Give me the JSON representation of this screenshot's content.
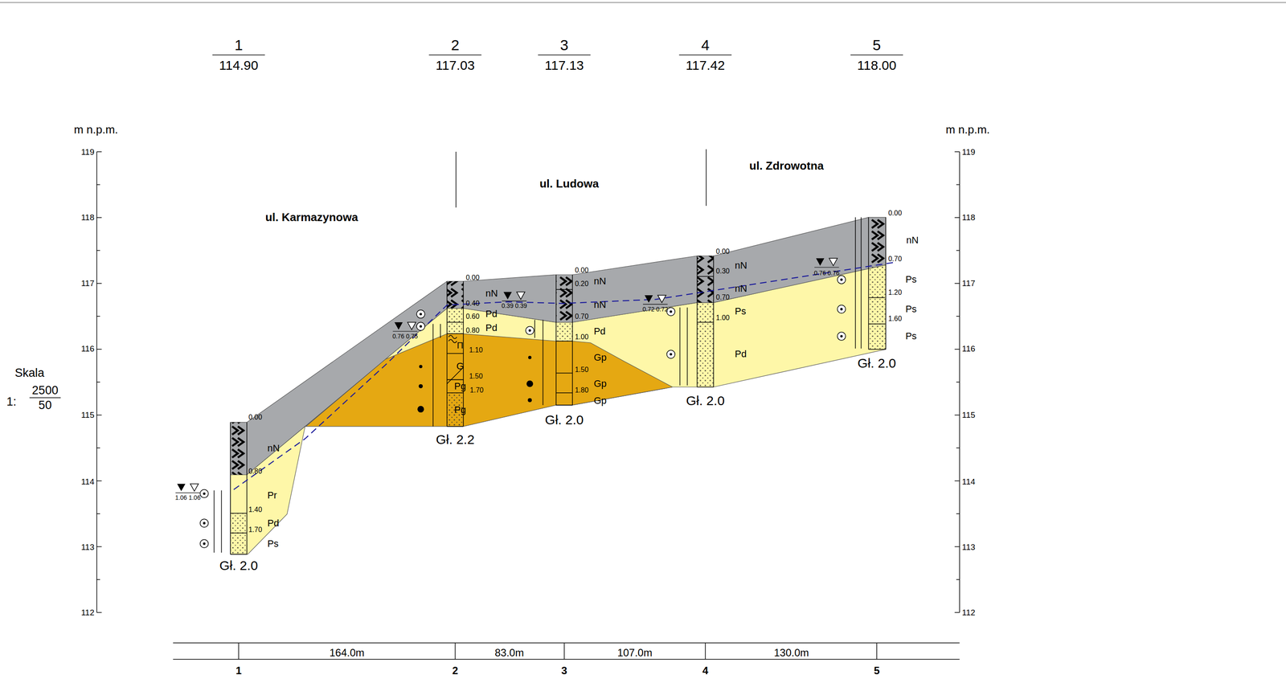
{
  "diagram": {
    "labels": [
      "1",
      "114.90",
      "2",
      "117.03",
      "3",
      "117.13",
      "4",
      "117.42",
      "5",
      "118.00",
      "m n.p.m.",
      "m n.p.m.",
      "119",
      "118",
      "117",
      "116",
      "115",
      "114",
      "113",
      "112",
      "119",
      "118",
      "117",
      "116",
      "115",
      "114",
      "113",
      "112",
      "ul. Karmazynowa",
      "ul. Ludowa",
      "ul. Zdrowotna",
      "Skala",
      "1:",
      "2500",
      "50",
      "164.0m",
      "83.0m",
      "107.0m",
      "130.0m",
      "1",
      "2",
      "3",
      "4",
      "5",
      "0.00",
      "nN",
      "0.80",
      "Pr",
      "1.40",
      "Pd",
      "1.70",
      "Ps",
      "Gł. 2.0",
      "1.06",
      "1.06",
      "0.76",
      "0.75",
      "0.00",
      "nN",
      "0.40",
      "0.60",
      "Pd",
      "0.80",
      "Pd",
      "Π",
      "1.10",
      "G",
      "1.50",
      "Pg",
      "1.70",
      "Pg",
      "Gł. 2.2",
      "0.39",
      "0.39",
      "0.00",
      "0.20",
      "nN",
      "nN",
      "0.70",
      "Pd",
      "1.00",
      "Gp",
      "1.50",
      "Gp",
      "1.80",
      "Gp",
      "Gł. 2.0",
      "0.72",
      "0.72",
      "0.00",
      "0.30",
      "nN",
      "nN",
      "0.70",
      "Ps",
      "1.00",
      "Pd",
      "Gł. 2.0",
      "0.76",
      "0.76",
      "0.00",
      "nN",
      "0.70",
      "Ps",
      "1.20",
      "Ps",
      "1.60",
      "Ps",
      "Gł. 2.0"
    ]
  }
}
